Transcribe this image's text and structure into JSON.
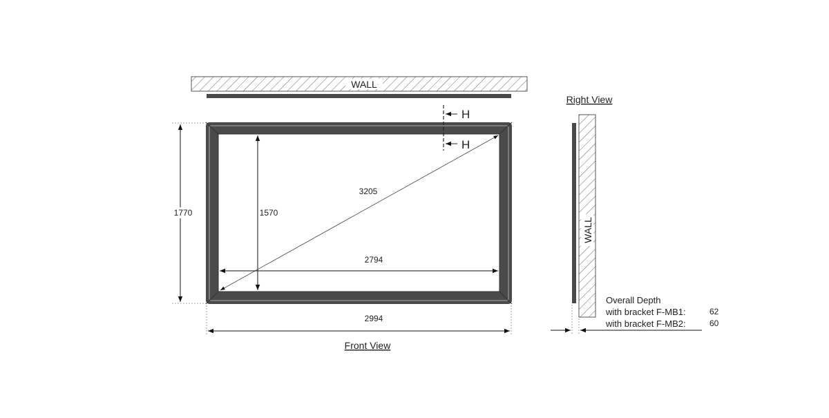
{
  "front_view": {
    "title": "Front View",
    "wall_label": "WALL",
    "section_marker": "H",
    "dims": {
      "outer_height": "1770",
      "inner_height": "1570",
      "diagonal": "3205",
      "inner_width": "2794",
      "outer_width": "2994"
    }
  },
  "right_view": {
    "title": "Right View",
    "wall_label": "WALL"
  },
  "depth_note": {
    "heading": "Overall Depth",
    "rows": [
      {
        "label": "with bracket F-MB1:",
        "value": "62"
      },
      {
        "label": "with bracket F-MB2:",
        "value": "60"
      }
    ]
  },
  "colors": {
    "frame": "#4a4a4a",
    "frame_light": "#6e6e6e",
    "line": "#222222",
    "hatch": "#555555"
  }
}
